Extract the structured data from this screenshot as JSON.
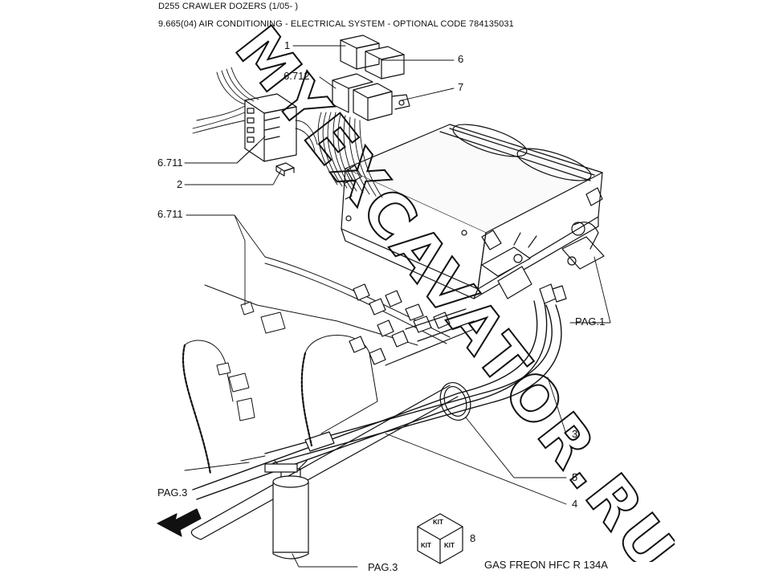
{
  "header": {
    "title": "D255 CRAWLER DOZERS (1/05- )",
    "subtitle": "9.665(04) AIR CONDITIONING - ELECTRICAL SYSTEM - OPTIONAL CODE 784135031"
  },
  "callouts": {
    "c1": "1",
    "c6": "6",
    "c6712": "6.712",
    "c7": "7",
    "c6711a": "6.711",
    "c2": "2",
    "c6711b": "6.711",
    "pag1": "PAG.1",
    "c3": "3",
    "c5": "5",
    "c4": "4",
    "c8": "8",
    "pag3_left": "PAG.3",
    "pag3_bottom": "PAG.3"
  },
  "kit": {
    "top": "KIT",
    "left": "KIT",
    "right": "KIT"
  },
  "footer": {
    "gas": "GAS FREON HFC R 134A"
  },
  "watermark": {
    "text": "MYEXCAVATOR.RU"
  }
}
